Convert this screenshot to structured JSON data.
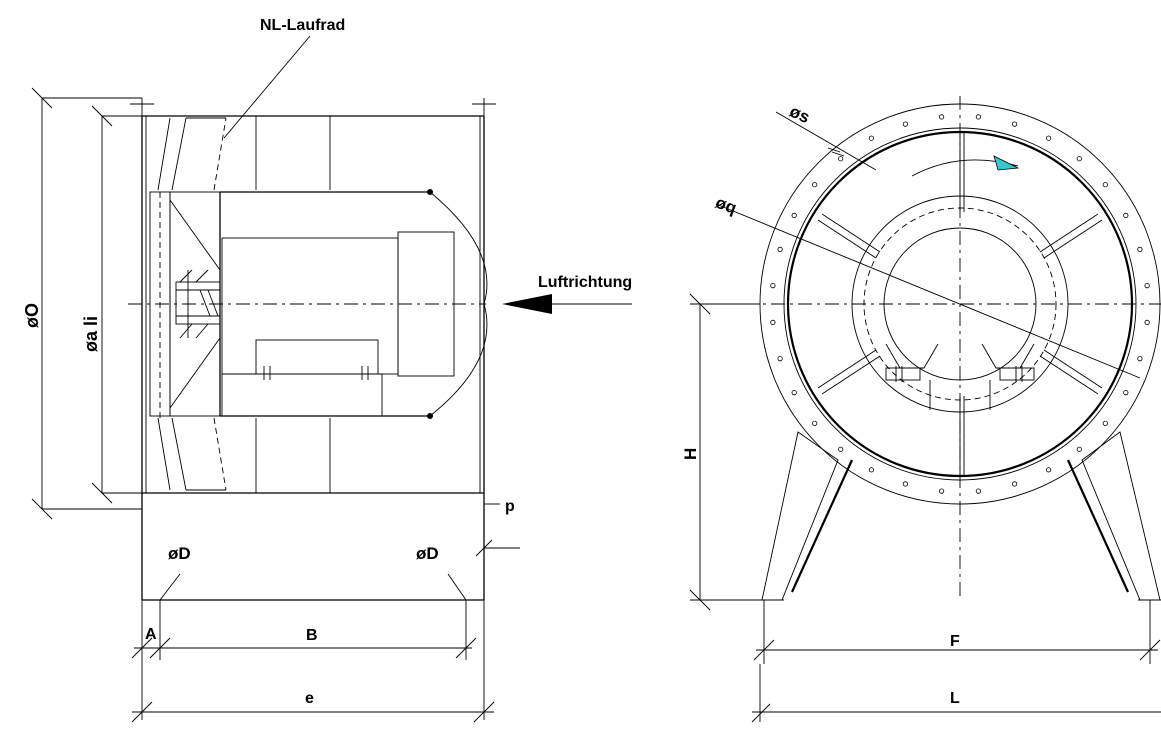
{
  "labels": {
    "impeller": "NL-Laufrad",
    "airflow": "Luftrichtung",
    "dia_O": "øO",
    "dia_a_li": "øa li",
    "p": "p",
    "dia_D_left": "øD",
    "dia_D_right": "øD",
    "A": "A",
    "B": "B",
    "e": "e",
    "dia_s": "øs",
    "dia_q": "øq",
    "H": "H",
    "F": "F",
    "L": "L"
  },
  "colors": {
    "rotation_arrow": "#39c6cf",
    "lines": "#000000"
  }
}
